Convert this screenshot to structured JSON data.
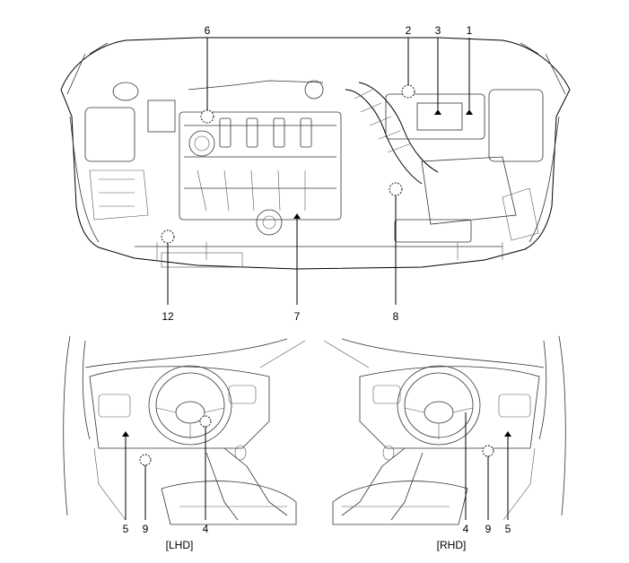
{
  "callouts": {
    "c1": "1",
    "c2": "2",
    "c3": "3",
    "c6": "6",
    "c12": "12",
    "c7": "7",
    "c8": "8",
    "lhd_5": "5",
    "lhd_9": "9",
    "lhd_4": "4",
    "rhd_4": "4",
    "rhd_9": "9",
    "rhd_5": "5"
  },
  "captions": {
    "lhd": "[LHD]",
    "rhd": "[RHD]"
  }
}
